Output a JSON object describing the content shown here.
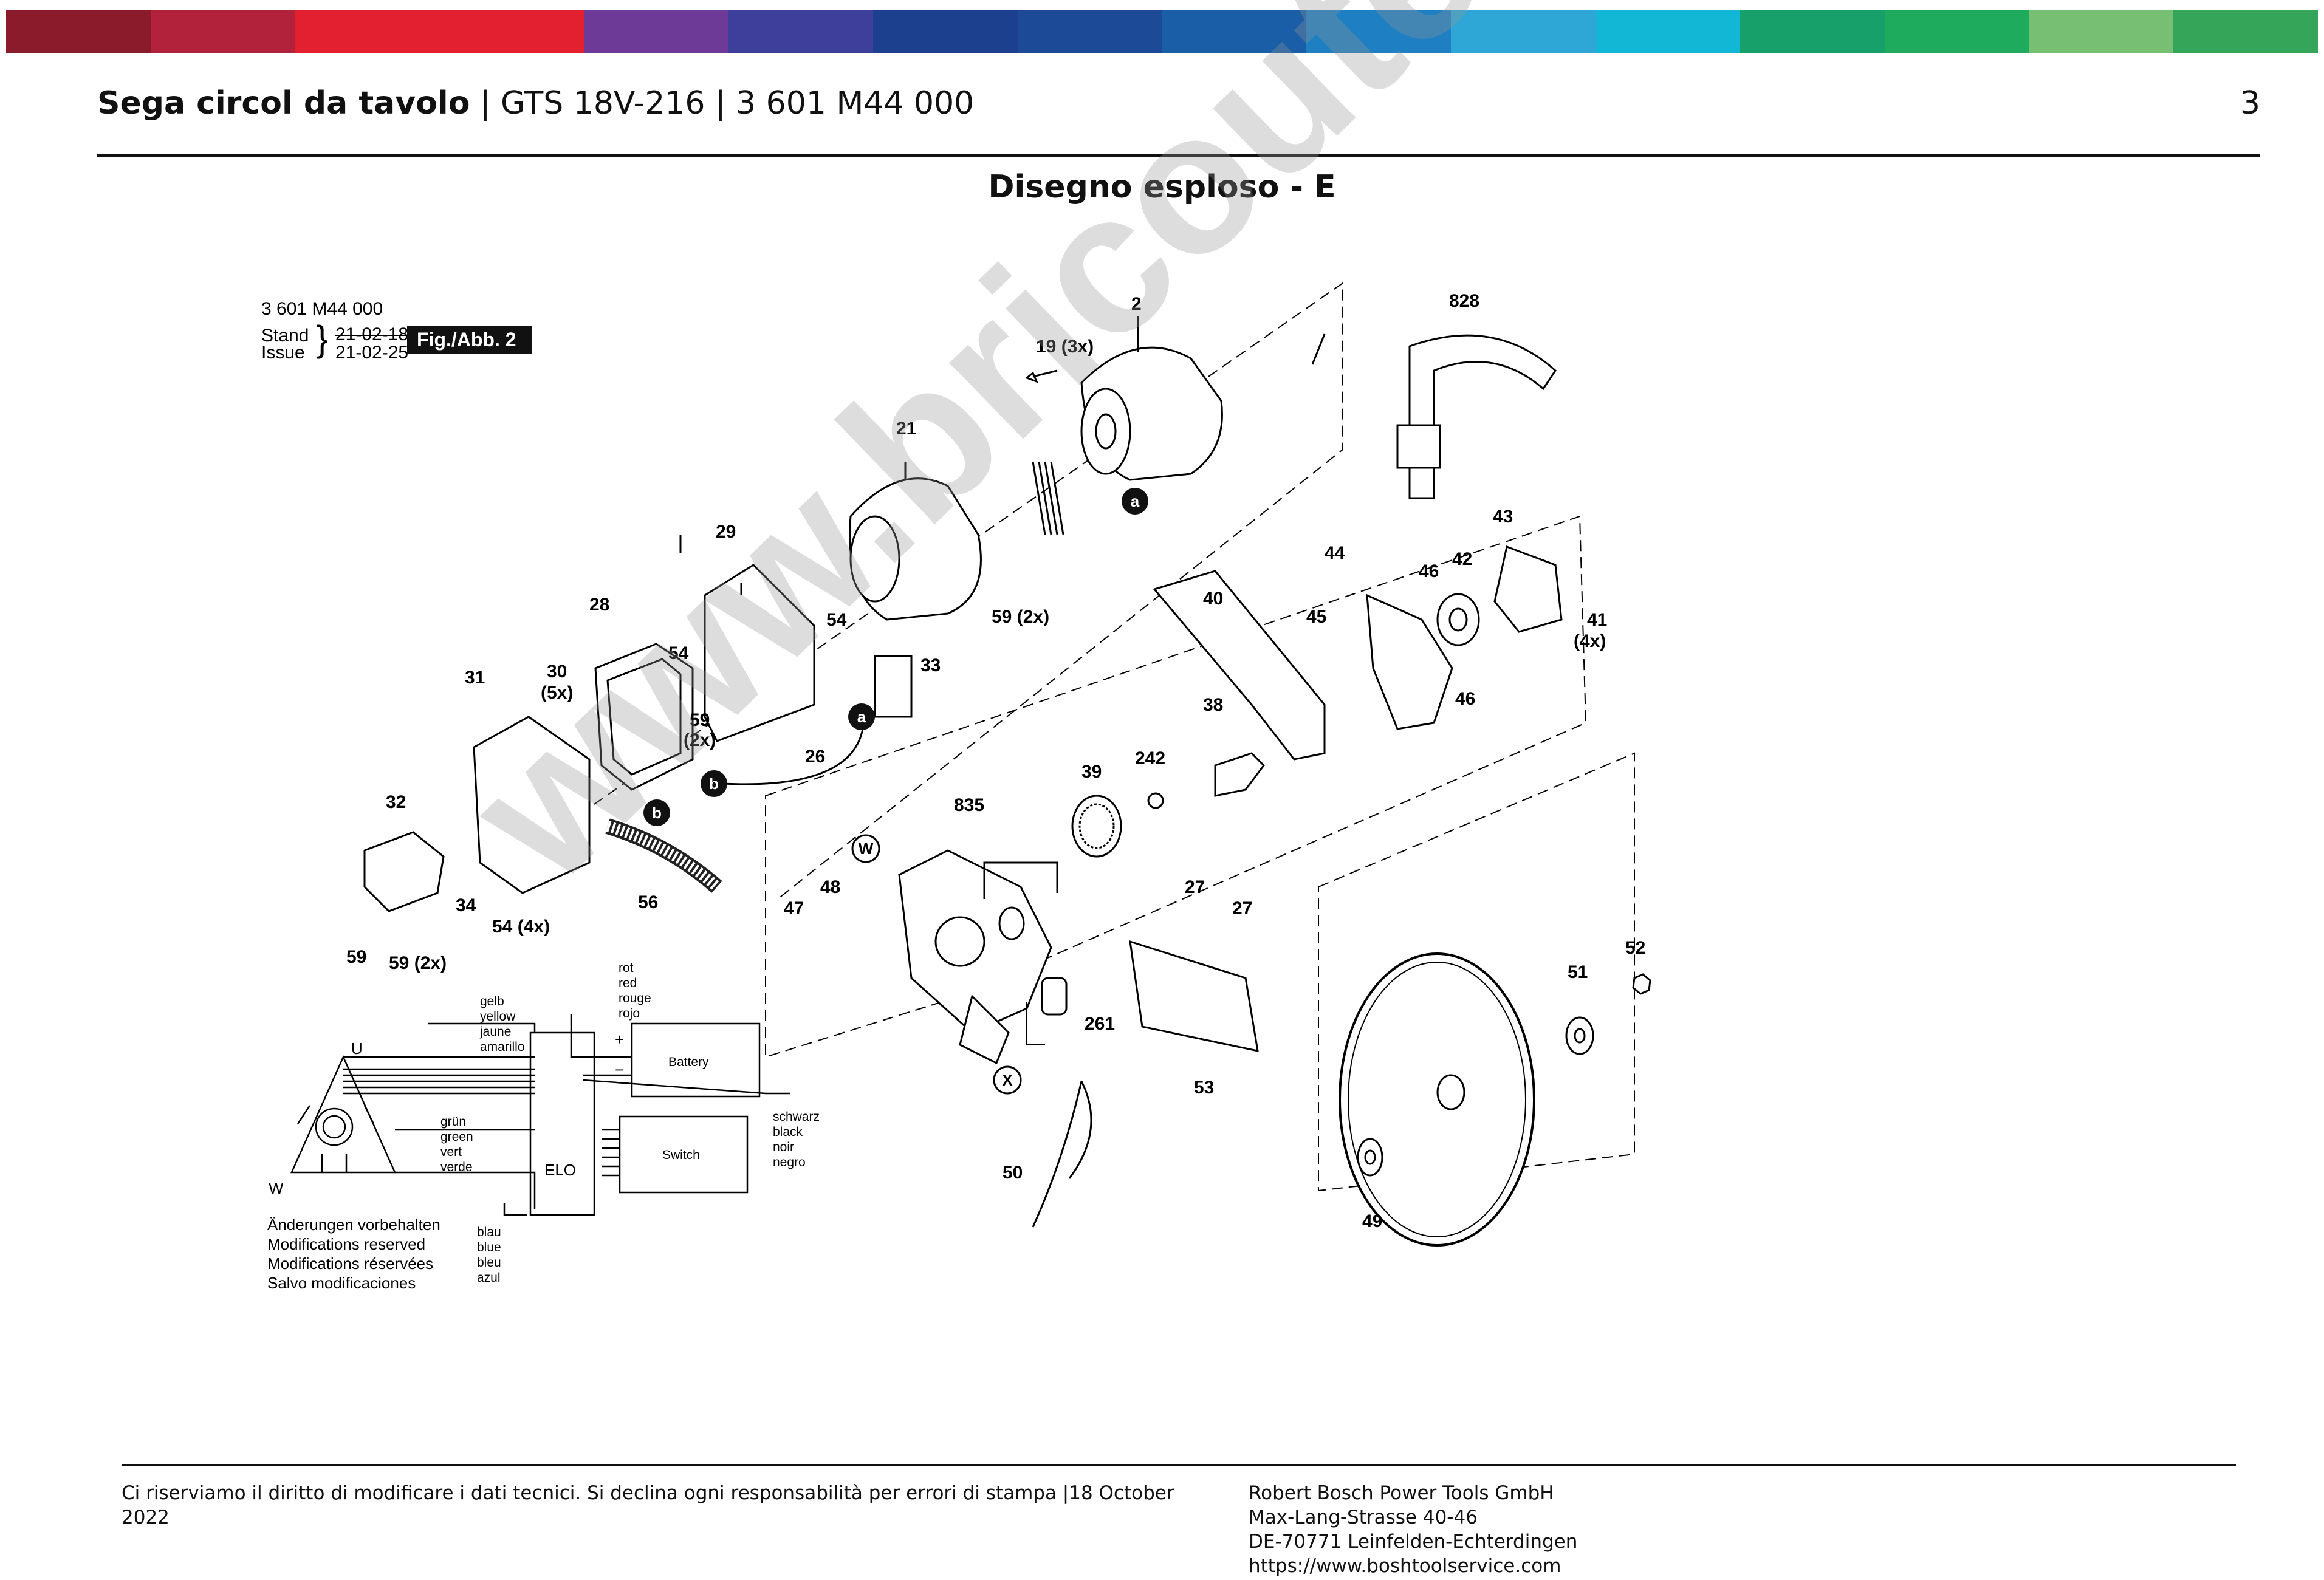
{
  "header": {
    "title_bold": "Sega circol da tavolo",
    "title_rest": " | GTS 18V-216 | 3 601 M44 000",
    "page_number": "3"
  },
  "subtitle": "Disegno esploso - E",
  "drawing": {
    "part_number": "3 601 M44 000",
    "stand_label": "Stand",
    "issue_label": "Issue",
    "stand_date": "21-02-18",
    "issue_date": "21-02-25",
    "fig_label": "Fig./Abb. 2",
    "callouts": {
      "c2": "2",
      "c19": "19 (3x)",
      "c21": "21",
      "c828": "828",
      "c29": "29",
      "c28": "28",
      "c43": "43",
      "c44": "44",
      "c46a": "46",
      "c42": "42",
      "c41": "41",
      "c41q": "(4x)",
      "c45": "45",
      "c40": "40",
      "c54a": "54",
      "c54b": "54",
      "c59a": "59 (2x)",
      "c33": "33",
      "c30": "30",
      "c30q": "(5x)",
      "c31": "31",
      "c59b": "59",
      "c59bq": "(2x)",
      "c46b": "46",
      "c38": "38",
      "c26": "26",
      "c39": "39",
      "c242": "242",
      "c835": "835",
      "c32": "32",
      "c34": "34",
      "c56": "56",
      "c54c": "54 (4x)",
      "c47": "47",
      "c48": "48",
      "c27a": "27",
      "c27b": "27",
      "c52": "52",
      "c51": "51",
      "c59c": "59",
      "c59d": "59 (2x)",
      "c261": "261",
      "c53": "53",
      "c50": "50",
      "c49": "49",
      "ref_a": "a",
      "ref_b": "b",
      "ref_w": "W",
      "ref_x": "X"
    },
    "wiring": {
      "yellow": [
        "gelb",
        "yellow",
        "jaune",
        "amarillo"
      ],
      "red": [
        "rot",
        "red",
        "rouge",
        "rojo"
      ],
      "black": [
        "schwarz",
        "black",
        "noir",
        "negro"
      ],
      "green": [
        "grün",
        "green",
        "vert",
        "verde"
      ],
      "blue": [
        "blau",
        "blue",
        "bleu",
        "azul"
      ],
      "battery": "Battery",
      "switch": "Switch",
      "elo": "ELO",
      "plus": "+",
      "minus": "−",
      "u": "U",
      "w": "W"
    },
    "notes": [
      "Änderungen vorbehalten",
      "Modifications reserved",
      "Modifications réservées",
      "Salvo modificaciones"
    ]
  },
  "watermark": "www.bricoutensili.com",
  "footer": {
    "left": "Ci riserviamo il diritto di modificare i dati tecnici. Si declina ogni responsabilità per errori di stampa |18 October 2022",
    "company": "Robert Bosch Power Tools GmbH",
    "street": "Max-Lang-Strasse 40-46",
    "city": "DE-70771 Leinfelden-Echterdingen",
    "url": "https://www.boshtoolservice.com"
  },
  "colors": {
    "band": [
      "#8b1a2b",
      "#b3223b",
      "#e2202f",
      "#e2202f",
      "#6d3a97",
      "#3d3f9a",
      "#1c3f8e",
      "#1d4a97",
      "#1b5ea8",
      "#1e7fc2",
      "#2fa7d6",
      "#13b7d6",
      "#17a06a",
      "#1fab5e",
      "#77bf73",
      "#35a55a"
    ]
  }
}
